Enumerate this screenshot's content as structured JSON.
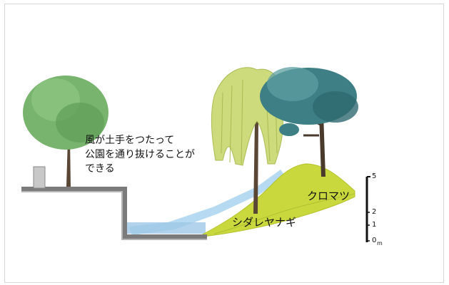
{
  "caption": {
    "line1": "風が土手をつたって",
    "line2": "公園を通り抜けることが",
    "line3": "できる"
  },
  "trees": {
    "kuromatsu": "クロマツ",
    "shidareyanagi": "シダレヤナギ"
  },
  "scale": {
    "ticks": [
      "5",
      "2",
      "1",
      "0"
    ],
    "unit": "m"
  },
  "colors": {
    "ground": "#777777",
    "water": "#9fc8e6",
    "bank": "#cbd640",
    "willow": "#c8d86c",
    "pine": "#3e7f80",
    "roundTree": "#6fae6a",
    "trunk": "#5a4634"
  }
}
